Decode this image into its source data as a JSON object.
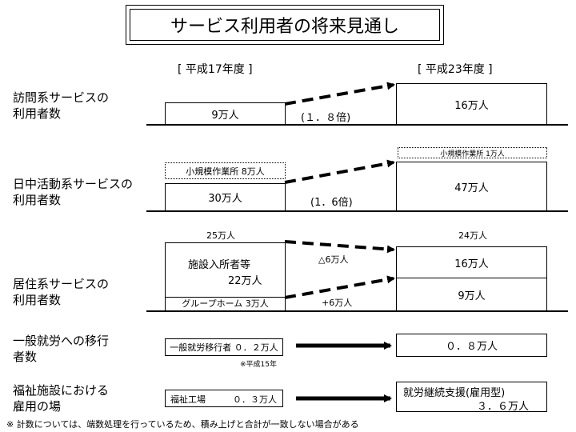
{
  "title": "サービス利用者の将来見通し",
  "headers": {
    "left": "[ 平成17年度 ]",
    "right": "[ 平成23年度 ]"
  },
  "rows": {
    "visit": {
      "label": "訪問系サービスの\n利用者数",
      "left_value": "9万人",
      "ratio": "(１．８倍)",
      "right_value": "16万人"
    },
    "day": {
      "label": "日中活動系サービスの\n利用者数",
      "left_small": "小規模作業所 8万人",
      "left_value": "30万人",
      "ratio": "(1．6倍)",
      "right_small": "小規模作業所 1万人",
      "right_value": "47万人"
    },
    "residential": {
      "label": "居住系サービスの\n利用者数",
      "left_total": "25万人",
      "right_total": "24万人",
      "left_facility": "施設入所者等",
      "left_facility_value": "22万人",
      "left_group": "グループホーム 3万人",
      "change_facility": "△6万人",
      "change_group": "+6万人",
      "right_facility": "16万人",
      "right_group": "9万人"
    },
    "employment": {
      "label": "一般就労への移行\n者数",
      "left_value": "一般就労移行者 ０．２万人",
      "left_note": "※平成15年",
      "right_value": "０．８万人"
    },
    "welfare": {
      "label": "福祉施設における\n雇用の場",
      "left_name": "福祉工場",
      "left_value": "０．３万人",
      "right_name": "就労継続支援(雇用型)",
      "right_value": "３．６万人"
    }
  },
  "footnote": "※ 計数については、端数処理を行っているため、積み上げと合計が一致しない場合がある"
}
